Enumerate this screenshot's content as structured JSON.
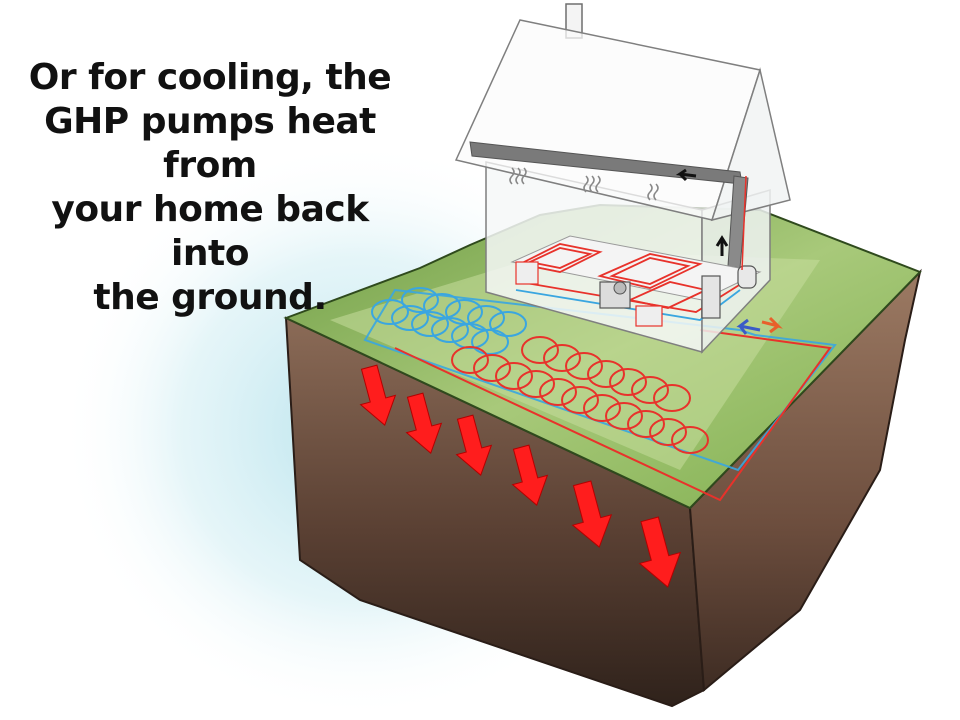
{
  "caption": {
    "text": "Or for cooling, the\nGHP pumps heat from\nyour home back into\nthe ground."
  },
  "colors": {
    "glow": "#bfe6ee",
    "grass": "#7fae4e",
    "grass_light": "#b9d48c",
    "soil_top": "#8a6a56",
    "soil_bottom": "#3b2a22",
    "heat_arrow": "#ff1d1d",
    "warm_pipe": "#e8322b",
    "cool_pipe": "#3aa6e0",
    "house_line": "#7f7f7f",
    "duct": "#7a7a7a"
  },
  "icons": {
    "arrows": "heat-flow-down-arrows",
    "loop": "horizontal-slinky-ground-loop",
    "house": "house-cutaway"
  }
}
